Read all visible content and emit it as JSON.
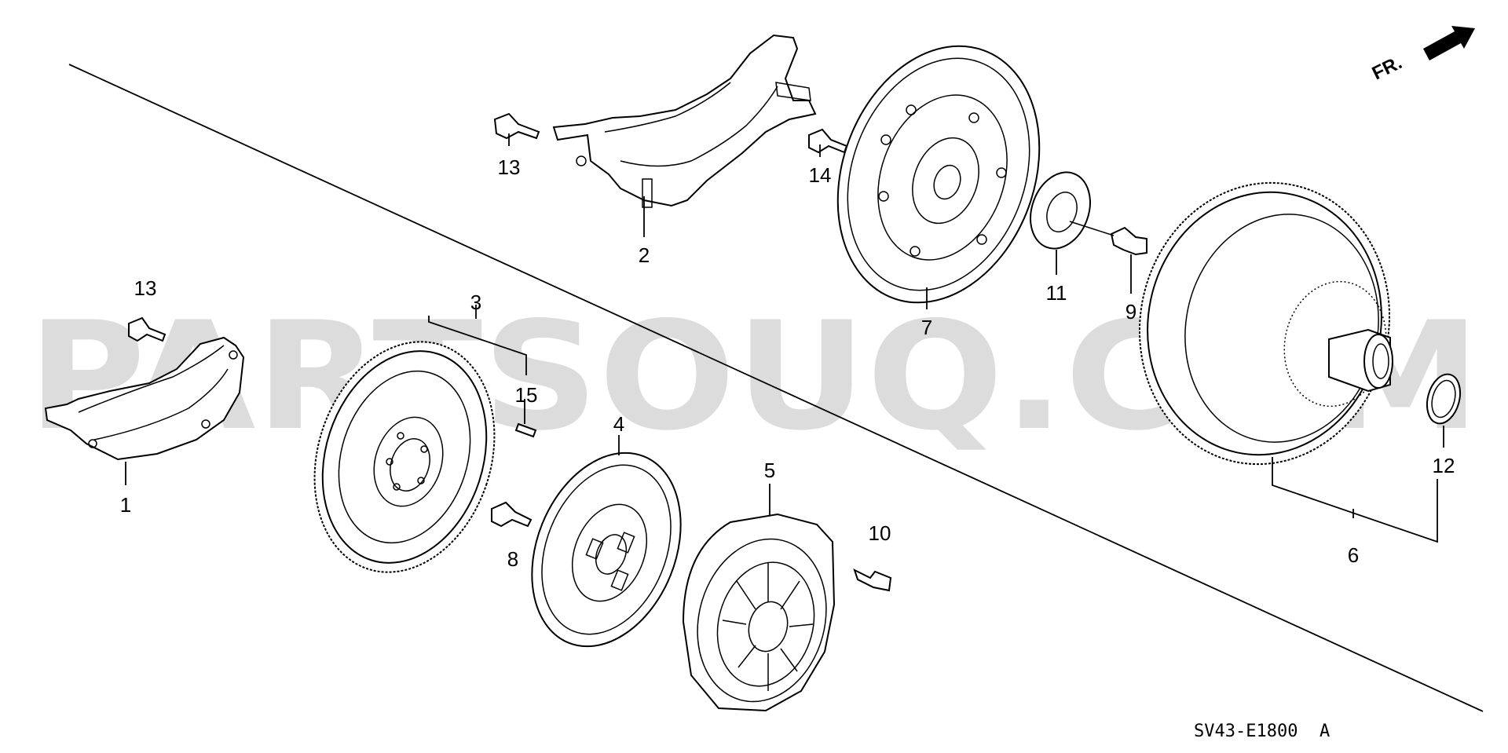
{
  "watermark": "PARTSOUQ.COM",
  "diagram_code": "SV43-E1800",
  "diagram_code_suffix": "A",
  "front_indicator": "FR.",
  "callouts": {
    "p1": "1",
    "p2": "2",
    "p3": "3",
    "p4": "4",
    "p5": "5",
    "p6": "6",
    "p7": "7",
    "p8": "8",
    "p9": "9",
    "p10": "10",
    "p11": "11",
    "p12": "12",
    "p13a": "13",
    "p13b": "13",
    "p14": "14",
    "p15": "15"
  }
}
